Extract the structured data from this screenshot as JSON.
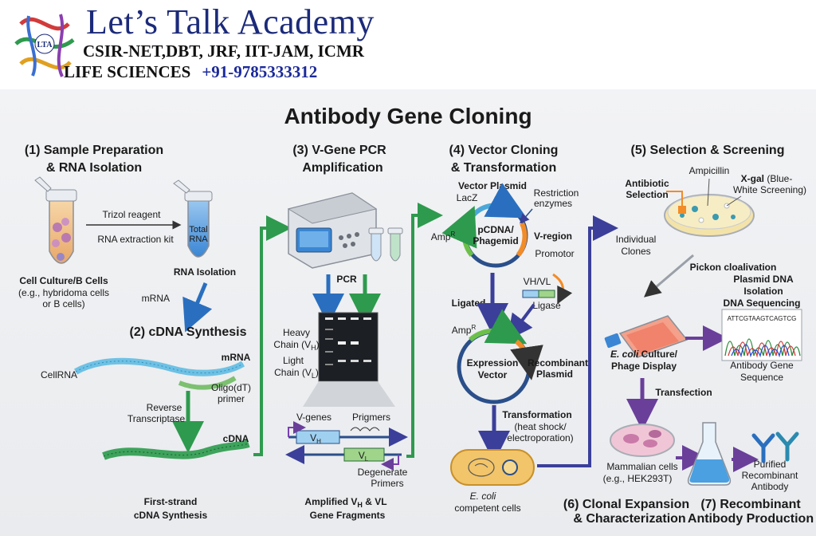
{
  "header": {
    "brand": "Let’s Talk Academy",
    "exams": "CSIR-NET,DBT, JRF, IIT-JAM, ICMR",
    "subject": "LIFE SCIENCES",
    "phone": "+91-9785333312",
    "logo_text": "LTA"
  },
  "title": "Antibody Gene Cloning",
  "steps": {
    "s1_l1": "(1) Sample Preparation",
    "s1_l2": "& RNA Isolation",
    "s2": "(2) cDNA Synthesis",
    "s3_l1": "(3) V-Gene PCR",
    "s3_l2": "Amplification",
    "s4_l1": "(4) Vector Cloning",
    "s4_l2": "& Transformation",
    "s5": "(5) Selection & Screening",
    "s6_l1": "(6) Clonal Expansion",
    "s6_l2": "& Characterization",
    "s7_l1": "(7) Recombinant",
    "s7_l2": "Antibody Production"
  },
  "labels": {
    "trizol": "Trizol reagent",
    "rna_kit": "RNA extraction kit",
    "total_rna_1": "Total",
    "total_rna_2": "RNA",
    "cell_culture": "Cell Culture/B Cells",
    "cell_eg1": "(e.g., hybridoma cells",
    "cell_eg2": "or B cells)",
    "rna_isolation": "RNA Isolation",
    "mrna_arrow": "mRNA",
    "mrna": "mRNA",
    "cellrna": "CellRNA",
    "oligo1": "Oligo(dT)",
    "oligo2": "primer",
    "rt1": "Reverse",
    "rt2": "Transcriptase",
    "cdna": "cDNA",
    "fs1": "First-strand",
    "fs2": "cDNA Synthesis",
    "pcr": "PCR",
    "heavy1": "Heavy",
    "heavy2": "Chain (V",
    "heavy_sub": "H",
    "light1": "Light",
    "light2": "Chain (V",
    "light_sub": "L",
    "vgenes": "V-genes",
    "primers": "Prigmers",
    "vh": "V",
    "vh_sub": "H",
    "vl": "V",
    "vl_sub": "L",
    "degen1": "Degenerate",
    "degen2": "Primers",
    "amp1": "Amplified V",
    "amp1_sub": "H",
    "amp1_end": " & VL",
    "amp2": "Gene Fragments",
    "vector_plasmid": "Vector Plasmid",
    "lacz": "LacZ",
    "restr1": "Restriction",
    "restr2": "enzymes",
    "ampr": "Amp",
    "pcdna1": "pCDNA/",
    "pcdna2": "Phagemid",
    "vregion": "V-region",
    "promotor": "Promotor",
    "vhvl": "VH/VL",
    "ligated": "Ligated",
    "ligase": "Ligase",
    "ampr2": "Amp",
    "expr1": "Expression",
    "expr2": "Vector",
    "recomb1": "Recombinant",
    "recomb2": "Plasmid",
    "transf": "Transformation",
    "transf2": "(heat shock/",
    "transf3": "electroporation)",
    "ecoli1": "E. coli",
    "ecoli2": "competent cells",
    "individual1": "Individual",
    "individual2": "Clones",
    "antibiotic1": "Antibiotic",
    "antibiotic2": "Selection",
    "ampicillin": "Ampicillin",
    "xgal1": "X-gal",
    "xgal1b": " (Blue-",
    "xgal2": "White Screening)",
    "pickon": "Pickon cloalivation",
    "plasmid_iso1": "Plasmid DNA",
    "plasmid_iso2": "Isolation",
    "dnaseq": "DNA Sequencing",
    "seq": "ATTCGTAAGTCAGTCG",
    "ecoli_culture1": "E. coli",
    "ecoli_culture1b": " Culture/",
    "ecoli_culture2": "Phage Display",
    "ab_seq1": "Antibody Gene",
    "ab_seq2": "Sequence",
    "transfection": "Transfection",
    "mammal1": "Mammalian cells",
    "mammal2": "(e.g., HEK293T)",
    "purified1": "Purified",
    "purified2": "Recombinant",
    "purified3": "Antibody"
  },
  "colors": {
    "brand": "#1b2a7a",
    "green_arrow": "#2e9a4e",
    "blue_arrow": "#2a6fbf",
    "navy_arrow": "#3b3f9a",
    "purple_arrow": "#6a3f9a",
    "orange": "#f28c28"
  },
  "icons": {
    "logo": "protein-ribbon-logo",
    "tubes": "microcentrifuge-tube-icon",
    "thermocycler": "pcr-machine-icon",
    "gel": "electrophoresis-gel-icon",
    "plasmid": "plasmid-ring-icon",
    "petri": "petri-dish-icon",
    "flask": "culture-flask-icon",
    "antibody": "antibody-y-icon"
  }
}
